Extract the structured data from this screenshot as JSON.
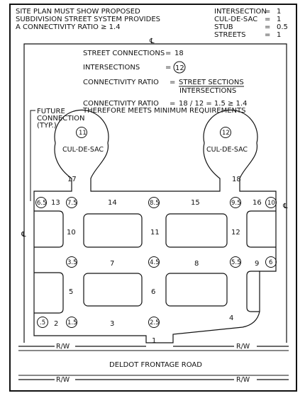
{
  "notes": {
    "left": [
      "SITE PLAN MUST SHOW PROPOSED",
      "SUBDIVISION STREET SYSTEM PROVIDES",
      "A CONNECTIVITY RATIO ≥ 1.4"
    ],
    "right_labels": [
      "INTERSECTION",
      "CUL-DE-SAC",
      "STUB",
      "STREETS"
    ],
    "right_values": [
      "1",
      "1",
      "0.5",
      "1"
    ]
  },
  "calc": {
    "street_connections_label": "STREET CONNECTIONS",
    "street_connections_value": "18",
    "intersections_label": "INTERSECTIONS",
    "intersections_value": "12",
    "ratio_label": "CONNECTIVITY RATIO",
    "ratio_numerator": "STREET SECTIONS",
    "ratio_denominator": "INTERSECTIONS",
    "ratio2_label": "CONNECTIVITY RATIO",
    "ratio2_value": "18 / 12 = 1.5 ≥ 1.4",
    "conclusion": "THEREFORE MEETS MINIMUM REQUIREMENTS"
  },
  "eq": "=",
  "future": [
    "FUTURE",
    "CONNECTION",
    "(TYP.)"
  ],
  "centerline_labels": {
    "top": "℄",
    "left": "℄",
    "right": "℄"
  },
  "cul_de_sac_label": "CUL-DE-SAC",
  "street_numbers": [
    "1",
    "2",
    "3",
    "4",
    "5",
    "6",
    "7",
    "8",
    "9",
    "10",
    "11",
    "12",
    "13",
    "14",
    "15",
    "16",
    "17",
    "18"
  ],
  "circled": [
    "11",
    "12",
    "7.5",
    "8.5",
    "9.5",
    "10",
    "6.5",
    "3.5",
    "4.5",
    "5.5",
    "6",
    ".5",
    "1.5",
    "2.5"
  ],
  "road": {
    "name": "DELDOT FRONTAGE ROAD",
    "row": "R/W"
  }
}
